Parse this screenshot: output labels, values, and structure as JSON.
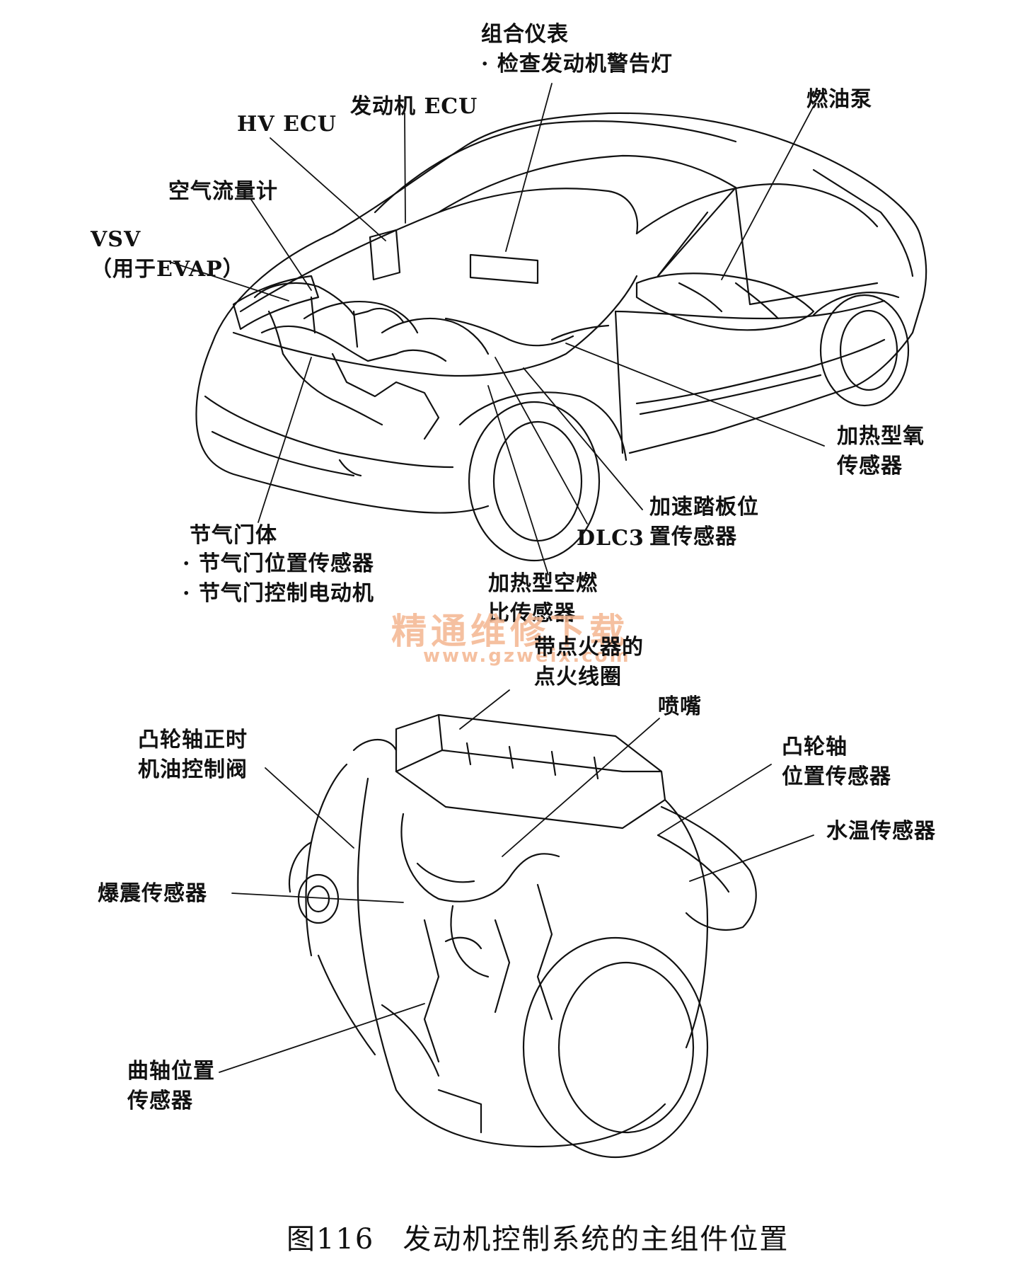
{
  "labels": {
    "instrument_cluster": "组合仪表",
    "instrument_cluster_sub": "· 检查发动机警告灯",
    "engine_ecu": "发动机 ECU",
    "hv_ecu": "HV ECU",
    "fuel_pump": "燃油泵",
    "air_flow_meter": "空气流量计",
    "vsv_1": "VSV",
    "vsv_2": "（用于EVAP）",
    "heated_o2_1": "加热型氧",
    "heated_o2_2": "传感器",
    "accel_pedal_1": "加速踏板位",
    "accel_pedal_2": "置传感器",
    "dlc3": "DLC3",
    "throttle_body": "节气门体",
    "throttle_sub_1": "· 节气门位置传感器",
    "throttle_sub_2": "· 节气门控制电动机",
    "af_sensor_1": "加热型空燃",
    "af_sensor_2": "比传感器",
    "ignition_coil_1": "带点火器的",
    "ignition_coil_2": "点火线圈",
    "injector": "喷嘴",
    "camshaft_timing_1": "凸轮轴正时",
    "camshaft_timing_2": "机油控制阀",
    "camshaft_position_1": "凸轮轴",
    "camshaft_position_2": "位置传感器",
    "water_temp": "水温传感器",
    "knock_sensor": "爆震传感器",
    "crankshaft_1": "曲轴位置",
    "crankshaft_2": "传感器"
  },
  "watermark": {
    "text": "精通维修下载",
    "url": "www.gzweix.com"
  },
  "caption": {
    "figure_number": "图116",
    "title": "发动机控制系统的主组件位置"
  }
}
